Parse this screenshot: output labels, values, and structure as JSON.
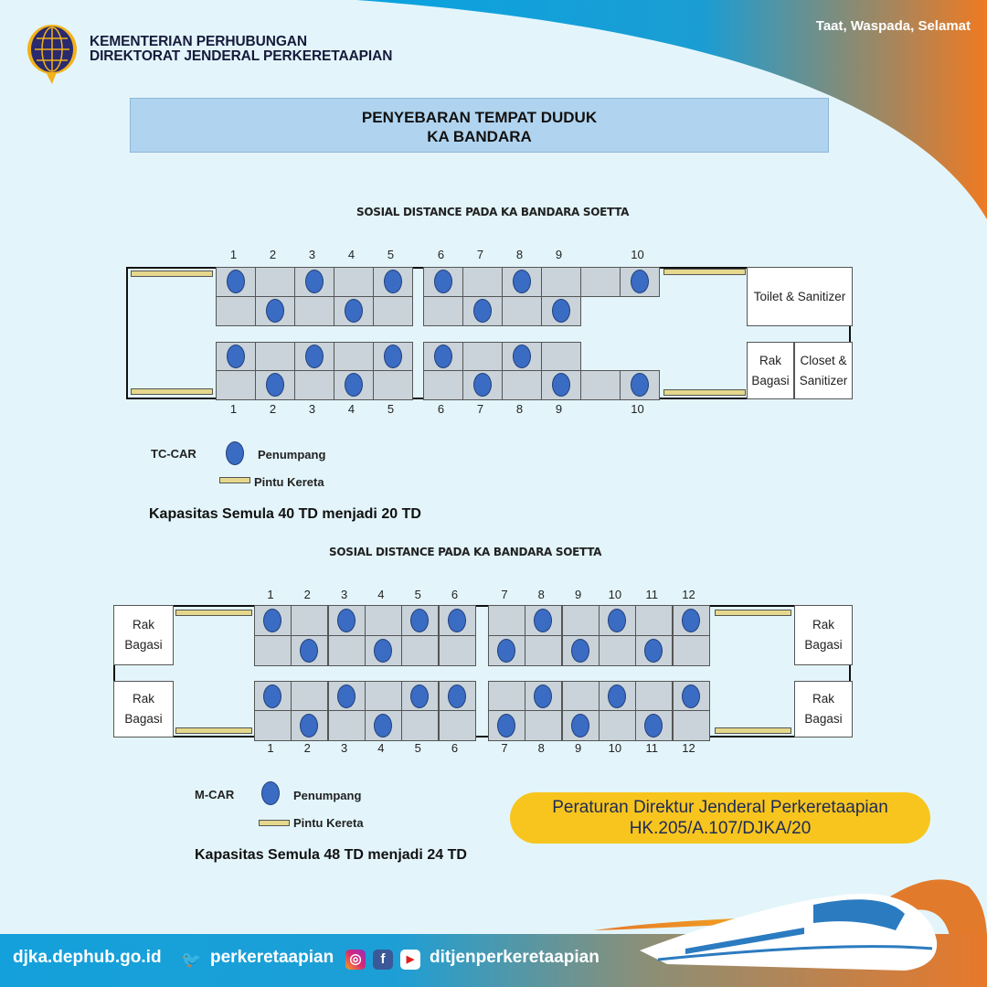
{
  "header": {
    "org_line1": "KEMENTERIAN PERHUBUNGAN",
    "org_line2": "DIREKTORAT JENDERAL PERKERETAAPIAN",
    "tagline": "Taat, Waspada, Selamat",
    "title_line1": "PENYEBARAN TEMPAT DUDUK",
    "title_line2": "KA BANDARA"
  },
  "tc_car": {
    "subtitle": "SOSIAL DISTANCE PADA KA BANDARA SOETTA",
    "column_labels": [
      "1",
      "2",
      "3",
      "4",
      "5",
      "6",
      "7",
      "8",
      "9",
      "",
      "10"
    ],
    "rows": [
      [
        1,
        0,
        1,
        0,
        1,
        1,
        0,
        1,
        0,
        0,
        1
      ],
      [
        0,
        1,
        0,
        1,
        0,
        0,
        1,
        0,
        1,
        -1,
        -1
      ],
      [
        1,
        0,
        1,
        0,
        1,
        1,
        0,
        1,
        0,
        -1,
        -1
      ],
      [
        0,
        1,
        0,
        1,
        0,
        0,
        1,
        0,
        1,
        0,
        1
      ]
    ],
    "toilet_label": "Toilet & Sanitizer",
    "rak_label": "Rak Bagasi",
    "closet_label": "Closet & Sanitizer",
    "legend_car": "TC-CAR",
    "legend_passenger": "Penumpang",
    "legend_door": "Pintu Kereta",
    "capacity": "Kapasitas Semula 40 TD menjadi 20 TD"
  },
  "m_car": {
    "subtitle": "SOSIAL DISTANCE PADA KA BANDARA SOETTA",
    "column_labels": [
      "1",
      "2",
      "3",
      "4",
      "5",
      "6",
      "7",
      "8",
      "9",
      "10",
      "11",
      "12"
    ],
    "rows": [
      [
        1,
        0,
        1,
        0,
        1,
        1,
        0,
        1,
        0,
        1,
        0,
        1
      ],
      [
        0,
        1,
        0,
        1,
        0,
        0,
        1,
        0,
        1,
        0,
        1,
        0
      ],
      [
        1,
        0,
        1,
        0,
        1,
        1,
        0,
        1,
        0,
        1,
        0,
        1
      ],
      [
        0,
        1,
        0,
        1,
        0,
        0,
        1,
        0,
        1,
        0,
        1,
        0
      ]
    ],
    "rak_label": "Rak Bagasi",
    "legend_car": "M-CAR",
    "legend_passenger": "Penumpang",
    "legend_door": "Pintu Kereta",
    "capacity": "Kapasitas Semula 48 TD menjadi 24 TD"
  },
  "regulation": {
    "line1": "Peraturan Direktur Jenderal Perkeretaapian",
    "line2": "HK.205/A.107/DJKA/20"
  },
  "footer": {
    "website": "djka.dephub.go.id",
    "twitter": "perkeretaapian",
    "social": "ditjenperkeretaapian"
  },
  "colors": {
    "seat": "#3a6cc4",
    "door": "#e5d88c",
    "pill": "#f7c51e",
    "accent_orange": "#e8782a",
    "accent_blue": "#14a0db"
  }
}
